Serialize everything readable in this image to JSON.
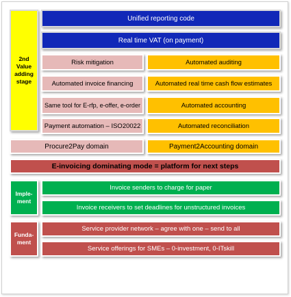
{
  "stage2": {
    "label_sup": "2nd",
    "label_rest": "Value adding stage"
  },
  "top": {
    "unified_code": "Unified reporting code",
    "real_time_vat": "Real time VAT (on payment)"
  },
  "left_column": [
    "Risk mitigation",
    "Automated invoice financing",
    "Same tool for E-rfp, e-offer, e-order",
    "Payment automation – ISO20022"
  ],
  "right_column": [
    "Automated auditing",
    "Automated real time cash flow estimates",
    "Automated accounting",
    "Automated reconciliation"
  ],
  "domains": {
    "procure2pay": "Procure2Pay domain",
    "payment2accounting": "Payment2Accounting domain"
  },
  "dominating": "E-invoicing dominating mode = platform for next steps",
  "implement": {
    "label": "Imple-ment",
    "items": [
      "Invoice senders to charge for paper",
      "Invoice receivers to set deadlines for unstructured invoices"
    ]
  },
  "fundament": {
    "label": "Funda-ment",
    "items": [
      "Service provider network – agree with one – send to all",
      "Service offerings for SMEs – 0-investment, 0-ITskill"
    ]
  },
  "colors": {
    "blue": "#1128b8",
    "pink": "#e6b9b8",
    "orange": "#ffc000",
    "red": "#c0504d",
    "green": "#00b050",
    "yellow": "#ffff00"
  }
}
